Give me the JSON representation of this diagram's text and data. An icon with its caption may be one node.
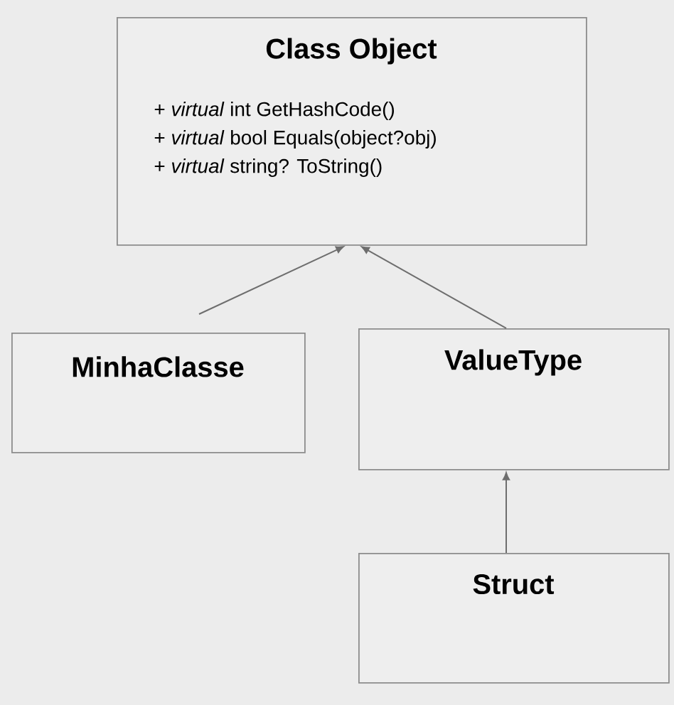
{
  "diagram": {
    "nodes": [
      {
        "text": [
          "Class Object",
          "+ *virtual* int GetHashCode()",
          "+ *virtual* bool Equals(object?obj)",
          "+ *virtual* string? ToString()"
        ]
      },
      {
        "text": [
          "MinhaClasse"
        ]
      },
      {
        "text": [
          "ValueType"
        ]
      },
      {
        "text": [
          "Struct"
        ]
      }
    ],
    "edges": [
      {
        "from": 1,
        "to": 0,
        "arrow": "to"
      },
      {
        "from": 2,
        "to": 0,
        "arrow": "to"
      },
      {
        "from": 3,
        "to": 2,
        "arrow": "to"
      }
    ]
  }
}
